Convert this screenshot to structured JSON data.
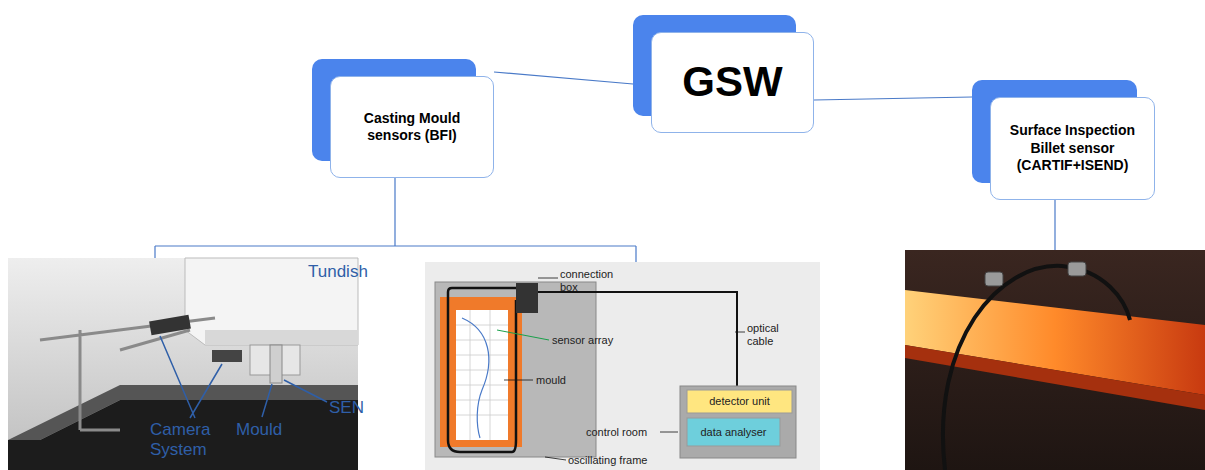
{
  "diagram": {
    "nodes": [
      {
        "text": [
          "GSW"
        ]
      },
      {
        "text": [
          "Casting Mould sensors (BFI)"
        ]
      },
      {
        "text": [
          "Surface Inspection Billet sensor (CARTIF+ISEND)"
        ]
      }
    ],
    "edges": [
      {
        "from": 0,
        "to": 1,
        "arrow": "none"
      },
      {
        "from": 0,
        "to": 2,
        "arrow": "none"
      }
    ],
    "labels": [
      "Tundish",
      "Camera System",
      "Mould",
      "SEN",
      "connection box",
      "optical cable",
      "sensor array",
      "mould",
      "control room",
      "detector unit",
      "data analyser",
      "oscillating frame"
    ]
  }
}
